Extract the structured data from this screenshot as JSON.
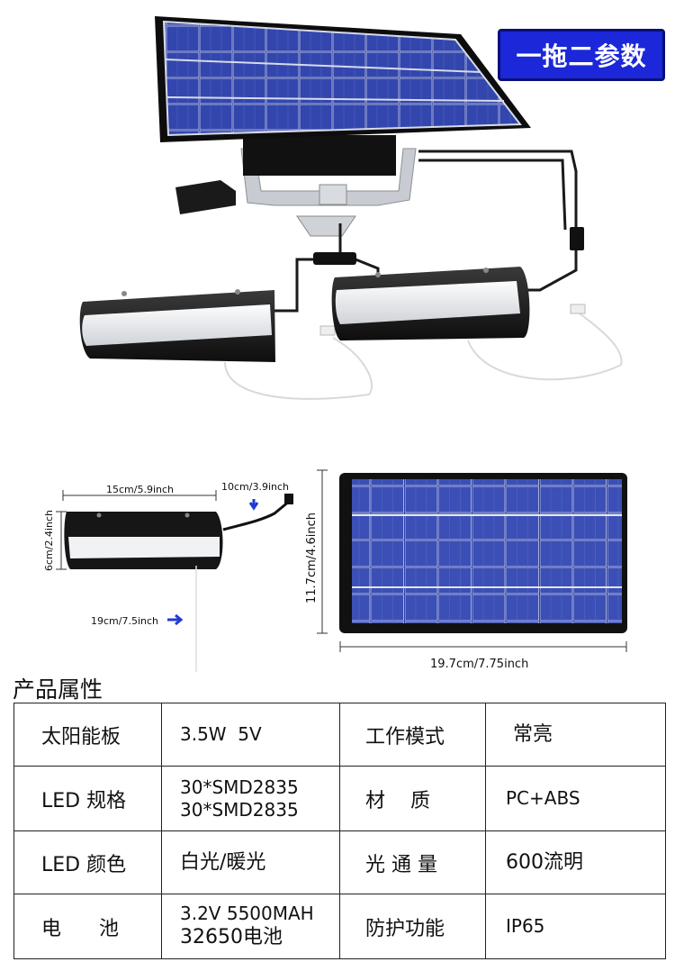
{
  "badge": "一拖二参数",
  "dimensions": {
    "light_length": "15cm/5.9inch",
    "light_height": "6cm/2.4inch",
    "cable_short": "10cm/3.9inch",
    "cable_long": "19cm/7.5inch",
    "panel_height": "11.7cm/4.6inch",
    "panel_width": "19.7cm/7.75inch"
  },
  "properties_title": "产品属性",
  "table": [
    {
      "label1": "太阳能板",
      "value1": [
        "3.5W  5V"
      ],
      "label2": "工作模式",
      "value2": [
        "常亮"
      ]
    },
    {
      "label1": "LED 规格",
      "value1": [
        "30*SMD2835",
        "30*SMD2835"
      ],
      "label2": "材    质",
      "value2": [
        "PC+ABS"
      ]
    },
    {
      "label1": "LED 颜色",
      "value1": [
        "白光/暖光"
      ],
      "label2": "光 通 量",
      "value2": [
        "600流明"
      ]
    },
    {
      "label1": "电      池",
      "value1": [
        "3.2V 5500MAH",
        "32650电池"
      ],
      "label2": "防护功能",
      "value2": [
        "IP65"
      ]
    }
  ],
  "colors": {
    "badge_bg": "#1b27d8",
    "panel_cell": "#2a3fa8",
    "frame": "#1a1a1a"
  }
}
